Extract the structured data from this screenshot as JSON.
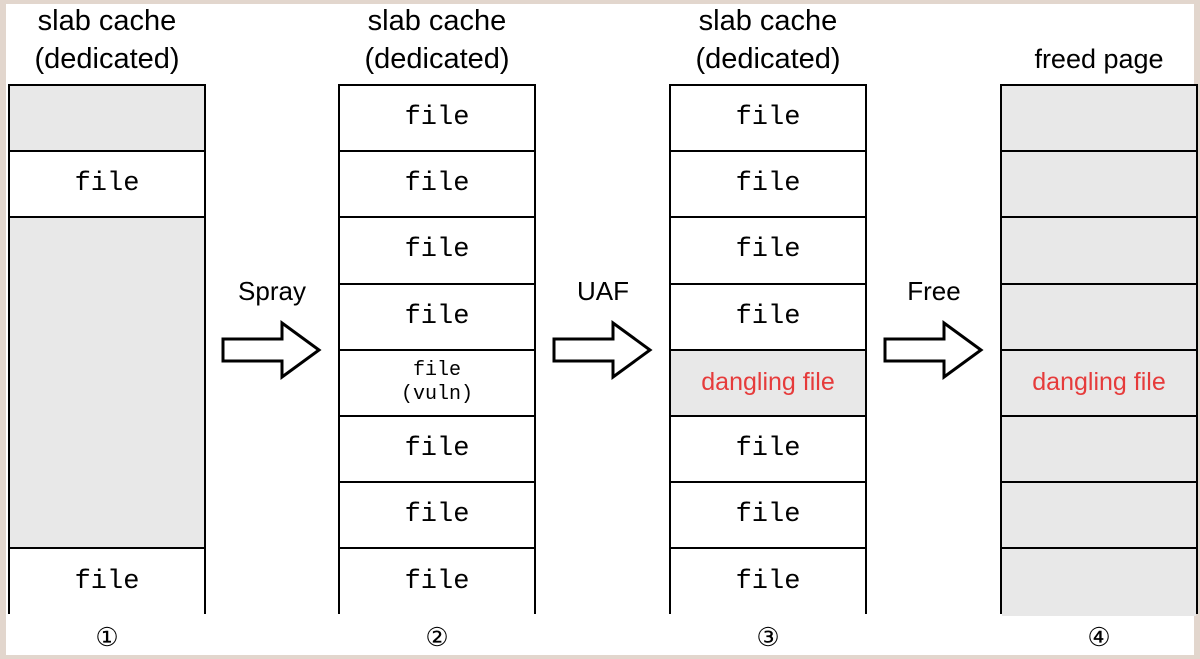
{
  "panels": [
    {
      "title": "slab cache\n(dedicated)",
      "step": "①",
      "cells": [
        {
          "text": "",
          "filled": false
        },
        {
          "text": "file",
          "filled": true
        },
        {
          "text": "",
          "filled": false
        },
        {
          "text": "",
          "filled": false
        },
        {
          "text": "",
          "filled": false
        },
        {
          "text": "",
          "filled": false
        },
        {
          "text": "",
          "filled": false
        },
        {
          "text": "file",
          "filled": true
        }
      ]
    },
    {
      "title": "slab cache\n(dedicated)",
      "step": "②",
      "cells": [
        {
          "text": "file",
          "filled": true
        },
        {
          "text": "file",
          "filled": true
        },
        {
          "text": "file",
          "filled": true
        },
        {
          "text": "file",
          "filled": true
        },
        {
          "text": "file\n(vuln)",
          "filled": true
        },
        {
          "text": "file",
          "filled": true
        },
        {
          "text": "file",
          "filled": true
        },
        {
          "text": "file",
          "filled": true
        }
      ]
    },
    {
      "title": "slab cache\n(dedicated)",
      "step": "③",
      "cells": [
        {
          "text": "file",
          "filled": true
        },
        {
          "text": "file",
          "filled": true
        },
        {
          "text": "file",
          "filled": true
        },
        {
          "text": "file",
          "filled": true
        },
        {
          "text": "dangling file",
          "filled": false,
          "danger": true
        },
        {
          "text": "file",
          "filled": true
        },
        {
          "text": "file",
          "filled": true
        },
        {
          "text": "file",
          "filled": true
        }
      ]
    },
    {
      "title": "freed page",
      "step": "④",
      "cells": [
        {
          "text": "",
          "filled": false
        },
        {
          "text": "",
          "filled": false
        },
        {
          "text": "",
          "filled": false
        },
        {
          "text": "",
          "filled": false
        },
        {
          "text": "dangling file",
          "filled": false,
          "danger": true
        },
        {
          "text": "",
          "filled": false
        },
        {
          "text": "",
          "filled": false
        },
        {
          "text": "",
          "filled": false
        }
      ]
    }
  ],
  "arrows": [
    {
      "label": "Spray"
    },
    {
      "label": "UAF"
    },
    {
      "label": "Free"
    }
  ],
  "colors": {
    "danger_text": "#e63b3b",
    "empty_fill": "#e8e8e8",
    "filled_fill": "#ffffff"
  }
}
